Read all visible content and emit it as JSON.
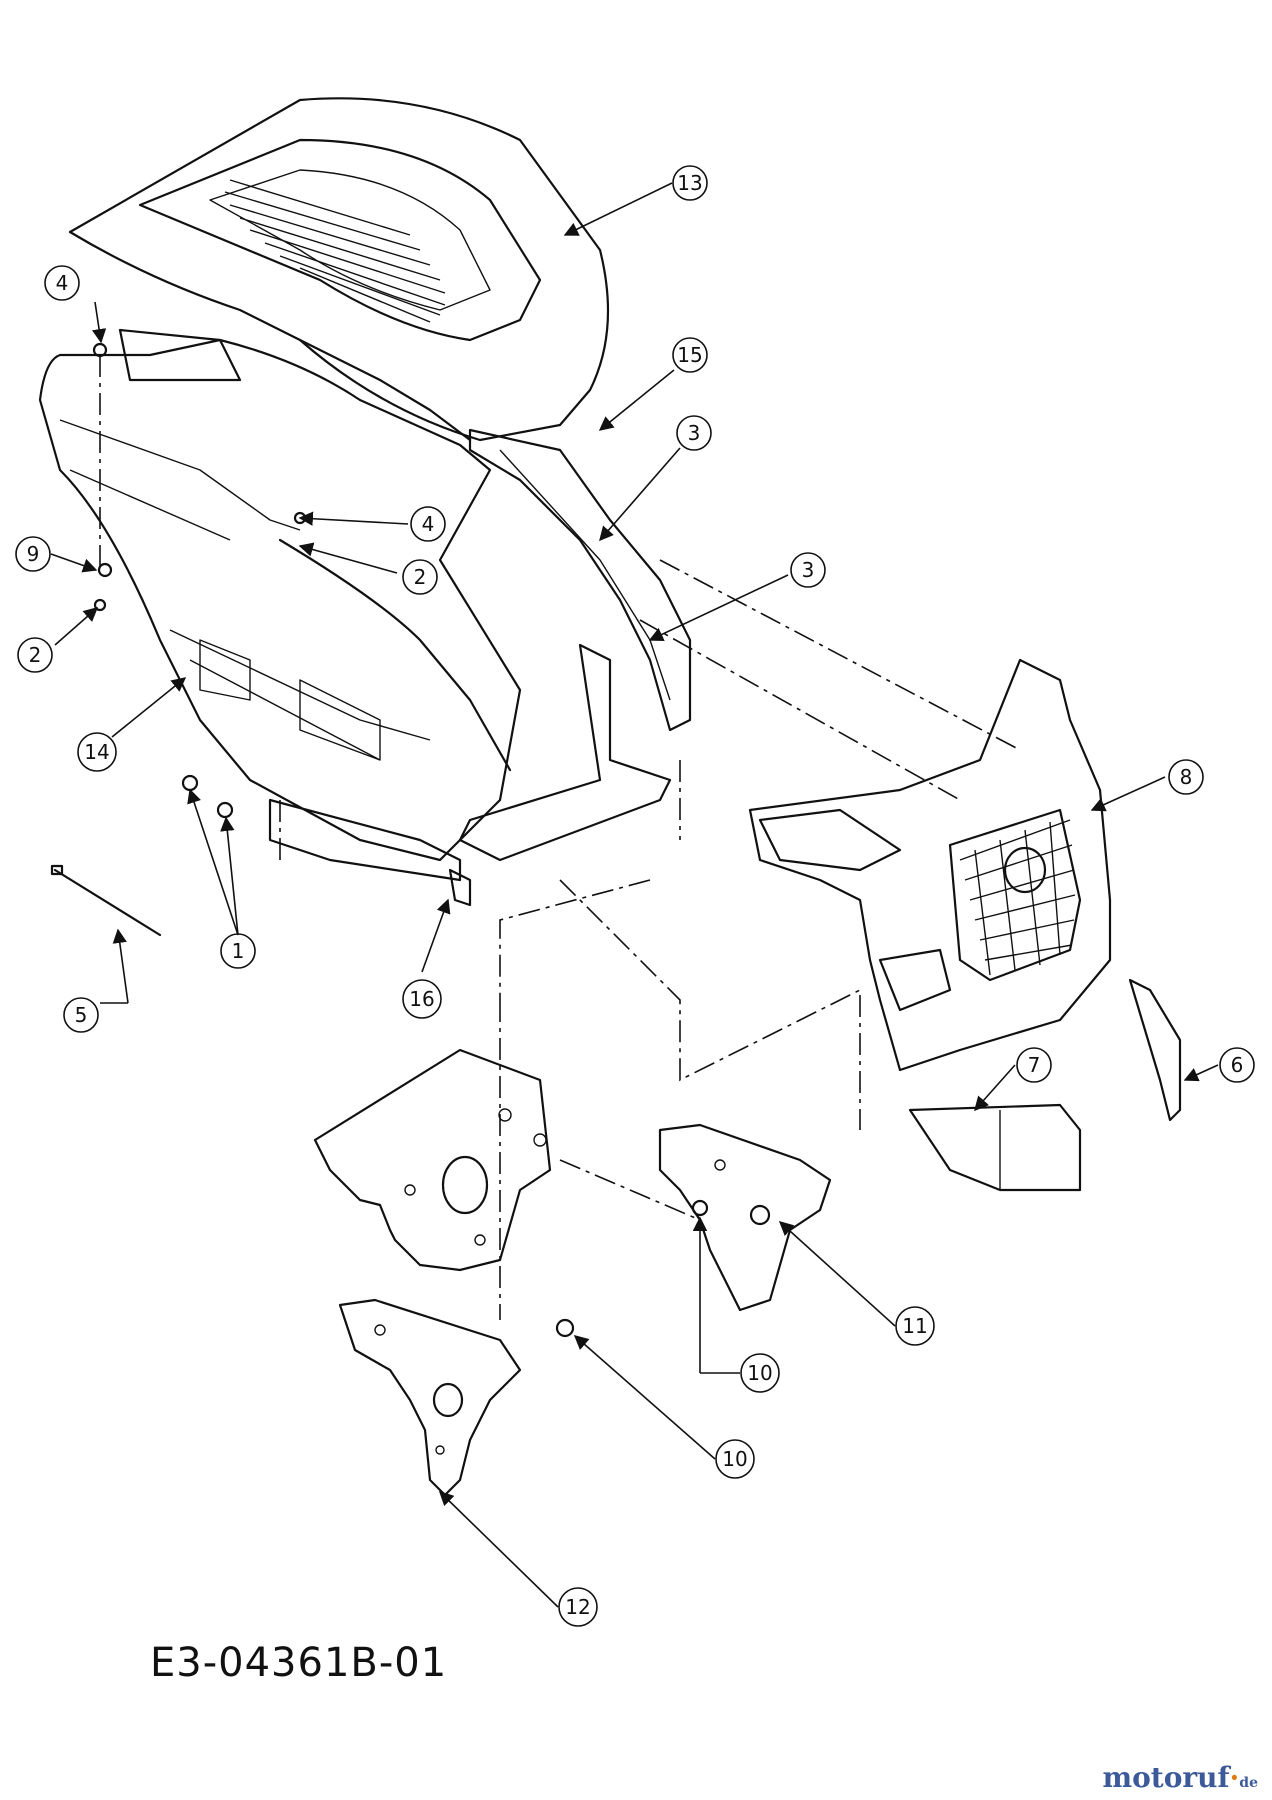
{
  "drawing_code": "E3-04361B-01",
  "watermark": {
    "brand_main": "motoruf",
    "brand_dot": "·",
    "brand_tld": "de"
  },
  "callouts": [
    "13",
    "4",
    "15",
    "3",
    "4",
    "2",
    "9",
    "2",
    "3",
    "14",
    "8",
    "1",
    "5",
    "16",
    "7",
    "6",
    "11",
    "10",
    "10",
    "12"
  ],
  "colors": {
    "ink": "#111111",
    "background": "#ffffff",
    "watermark_blue": "#3c5a9a",
    "watermark_orange": "#e07a10"
  }
}
